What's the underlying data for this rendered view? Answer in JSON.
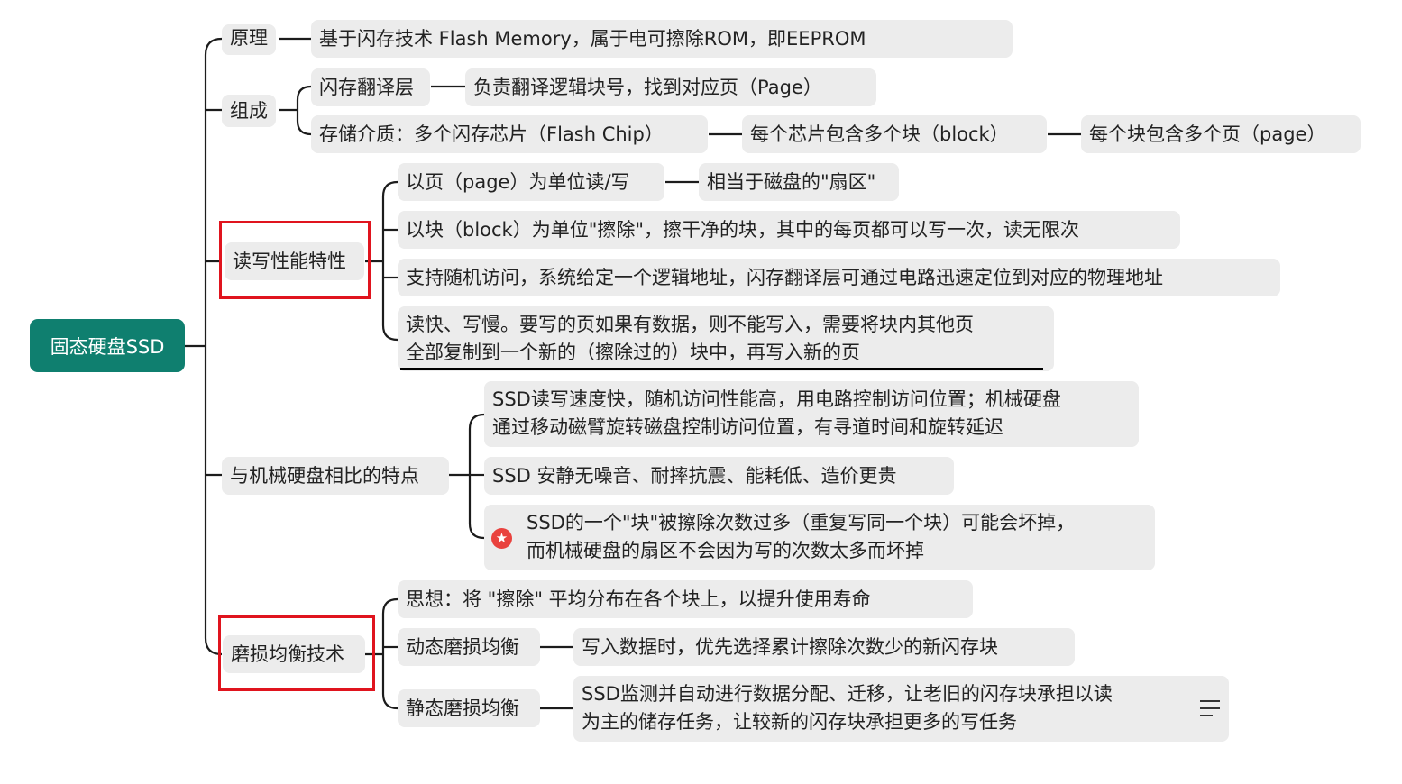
{
  "root": {
    "label": "固态硬盘SSD"
  },
  "branches": {
    "principle": {
      "label": "原理",
      "detail": "基于闪存技术 Flash Memory，属于电可擦除ROM，即EEPROM"
    },
    "composition": {
      "label": "组成",
      "ftl": {
        "label": "闪存翻译层",
        "detail": "负责翻译逻辑块号，找到对应页（Page）"
      },
      "media": {
        "label": "存储介质：多个闪存芯片（Flash Chip）",
        "chip": "每个芯片包含多个块（block）",
        "block": "每个块包含多个页（page）"
      }
    },
    "rw": {
      "label": "读写性能特性",
      "items": [
        {
          "text": "以页（page）为单位读/写",
          "detail": "相当于磁盘的\"扇区\""
        },
        {
          "text": "以块（block）为单位\"擦除\"，擦干净的块，其中的每页都可以写一次，读无限次"
        },
        {
          "text": "支持随机访问，系统给定一个逻辑地址，闪存翻译层可通过电路迅速定位到对应的物理地址"
        },
        {
          "line1": "读快、写慢。要写的页如果有数据，则不能写入，需要将块内其他页",
          "line2": "全部复制到一个新的（擦除过的）块中，再写入新的页"
        }
      ]
    },
    "compare": {
      "label": "与机械硬盘相比的特点",
      "items": [
        {
          "line1": "SSD读写速度快，随机访问性能高，用电路控制访问位置；机械硬盘",
          "line2": "通过移动磁臂旋转磁盘控制访问位置，有寻道时间和旋转延迟"
        },
        {
          "text": "SSD 安静无噪音、耐摔抗震、能耗低、造价更贵"
        },
        {
          "line1": "SSD的一个\"块\"被擦除次数过多（重复写同一个块）可能会坏掉，",
          "line2": "而机械硬盘的扇区不会因为写的次数太多而坏掉",
          "icon": "star-icon"
        }
      ]
    },
    "wear": {
      "label": "磨损均衡技术",
      "idea": "思想：将 \"擦除\" 平均分布在各个块上，以提升使用寿命",
      "dynamic": {
        "label": "动态磨损均衡",
        "detail": "写入数据时，优先选择累计擦除次数少的新闪存块"
      },
      "static": {
        "label": "静态磨损均衡",
        "line1": "SSD监测并自动进行数据分配、迁移，让老旧的闪存块承担以读",
        "line2": "为主的储存任务，让较新的闪存块承担更多的写任务",
        "icon": "menu-icon"
      }
    }
  },
  "colors": {
    "root_bg": "#0f7f6f",
    "node_bg": "#ececec",
    "highlight": "#e0141e",
    "star": "#e9423e"
  }
}
